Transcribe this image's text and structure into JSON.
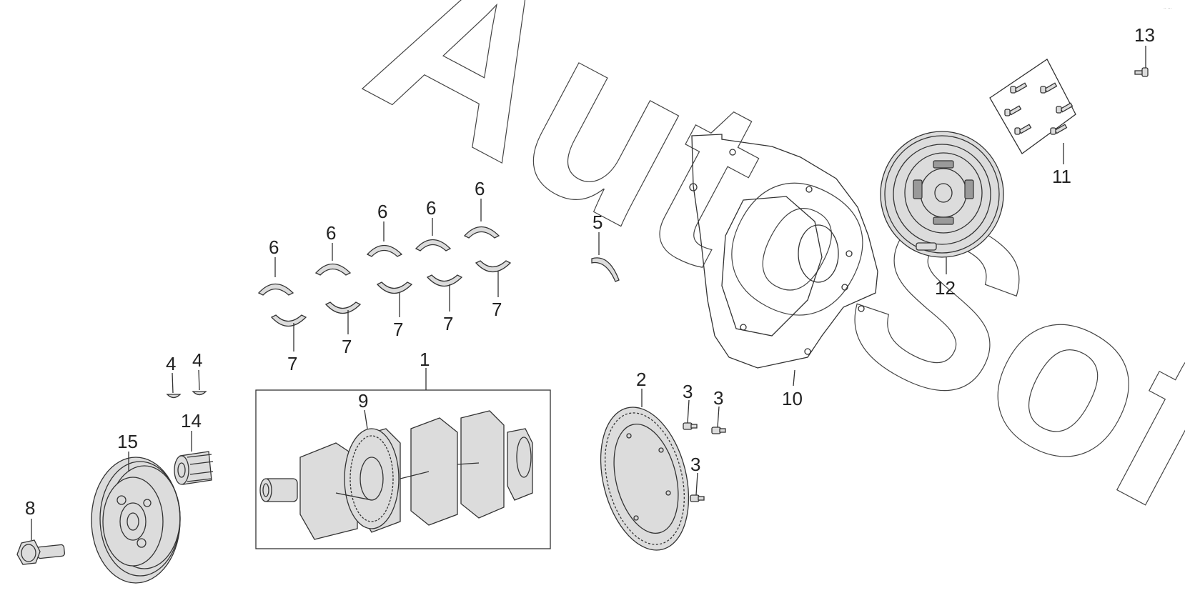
{
  "watermark": "AutoSoft",
  "corner_mark": "·· ···",
  "callouts": [
    {
      "id": "c1",
      "label": "1"
    },
    {
      "id": "c2",
      "label": "2"
    },
    {
      "id": "c3a",
      "label": "3"
    },
    {
      "id": "c3b",
      "label": "3"
    },
    {
      "id": "c3c",
      "label": "3"
    },
    {
      "id": "c4a",
      "label": "4"
    },
    {
      "id": "c4b",
      "label": "4"
    },
    {
      "id": "c5",
      "label": "5"
    },
    {
      "id": "c6a",
      "label": "6"
    },
    {
      "id": "c6b",
      "label": "6"
    },
    {
      "id": "c6c",
      "label": "6"
    },
    {
      "id": "c6d",
      "label": "6"
    },
    {
      "id": "c6e",
      "label": "6"
    },
    {
      "id": "c7a",
      "label": "7"
    },
    {
      "id": "c7b",
      "label": "7"
    },
    {
      "id": "c7c",
      "label": "7"
    },
    {
      "id": "c7d",
      "label": "7"
    },
    {
      "id": "c7e",
      "label": "7"
    },
    {
      "id": "c8",
      "label": "8"
    },
    {
      "id": "c9",
      "label": "9"
    },
    {
      "id": "c10",
      "label": "10"
    },
    {
      "id": "c11",
      "label": "11"
    },
    {
      "id": "c12",
      "label": "12"
    },
    {
      "id": "c13",
      "label": "13"
    },
    {
      "id": "c14",
      "label": "14"
    },
    {
      "id": "c15",
      "label": "15"
    }
  ]
}
